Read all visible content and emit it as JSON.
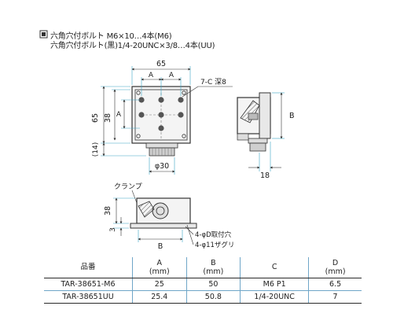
{
  "notes": {
    "line1": "六角穴付ボルト M6×10…4本(M6)",
    "line2": "六角穴付ボルト(黒)1/4-20UNC×3/8…4本(UU)"
  },
  "dims": {
    "top_width": "65",
    "a_left": "A",
    "a_right": "A",
    "hole_note": "7-C 深8",
    "height_65": "65",
    "height_38": "38",
    "height_a": "A",
    "offset_14": "(14)",
    "dia_30": "φ30",
    "side_b": "B",
    "side_18": "18",
    "clamp": "クランプ",
    "front_38": "38",
    "front_3": "3",
    "front_b": "B",
    "hole_4d": "4-φD取付穴",
    "hole_4_11": "4-φ11ザグリ"
  },
  "table": {
    "headers": [
      {
        "label": "品番",
        "unit": ""
      },
      {
        "label": "A",
        "unit": "(mm)"
      },
      {
        "label": "B",
        "unit": "(mm)"
      },
      {
        "label": "C",
        "unit": ""
      },
      {
        "label": "D",
        "unit": "(mm)"
      }
    ],
    "rows": [
      {
        "model": "TAR-38651-M6",
        "a": "25",
        "b": "50",
        "c": "M6 P1",
        "d": "6.5"
      },
      {
        "model": "TAR-38651UU",
        "a": "25.4",
        "b": "50.8",
        "c": "1/4-20UNC",
        "d": "7"
      }
    ]
  }
}
